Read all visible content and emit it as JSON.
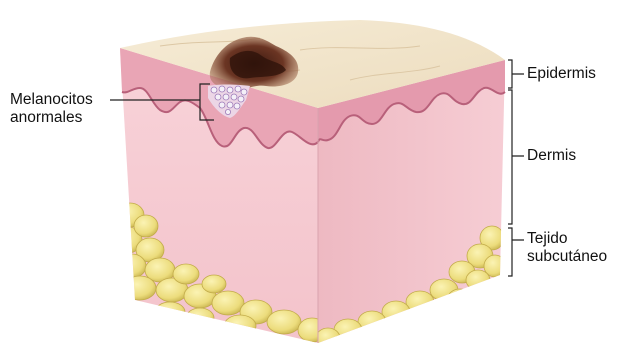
{
  "labels": {
    "melanocytes": [
      "Melanocitos",
      "anormales"
    ],
    "epidermis": "Epidermis",
    "dermis": "Dermis",
    "subcutaneous": [
      "Tejido",
      "subcutáneo"
    ]
  },
  "colors": {
    "top_surface": "#f3e7cf",
    "epidermis": "#e8a1b2",
    "dermis_front": "#f7cfd6",
    "dermis_side": "#f1c0c8",
    "fat": "#efe28a",
    "melanoma": "#5a2a1c"
  }
}
